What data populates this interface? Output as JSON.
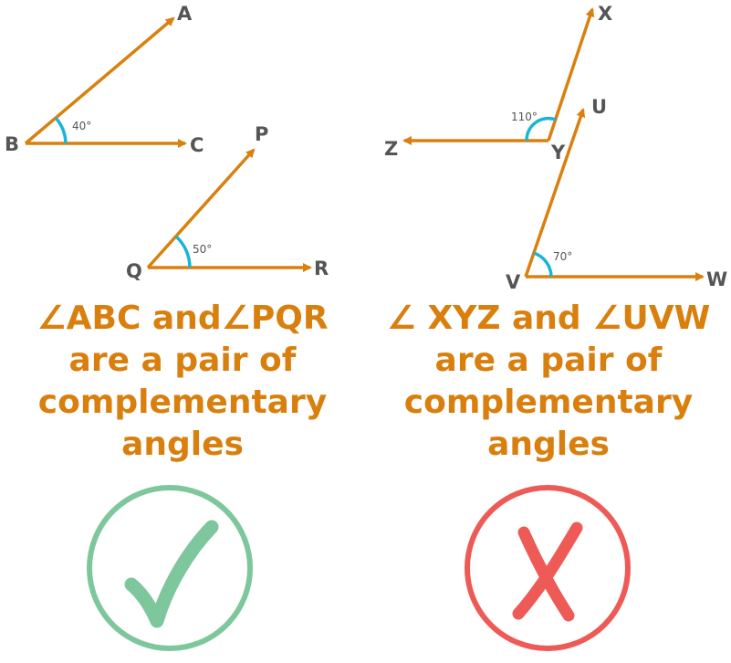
{
  "colors": {
    "line": "#D9800E",
    "arc": "#19B4D6",
    "label": "#555555",
    "caption": "#D97F0E",
    "check": "#7EC79C",
    "cross": "#EE5A55"
  },
  "icons": {
    "left": "check-mark-icon",
    "right": "cross-mark-icon"
  },
  "left": {
    "points": {
      "A": "A",
      "B": "B",
      "C": "C",
      "P": "P",
      "Q": "Q",
      "R": "R"
    },
    "angles": {
      "abc": "40°",
      "pqr": "50°"
    },
    "caption": {
      "line1": "∠ABC and∠PQR",
      "line2": "are a pair of",
      "line3": "complementary",
      "line4": "angles"
    }
  },
  "right": {
    "points": {
      "X": "X",
      "Y": "Y",
      "Z": "Z",
      "U": "U",
      "V": "V",
      "W": "W"
    },
    "angles": {
      "xyz": "110°",
      "uvw": "70°"
    },
    "caption": {
      "line1": "∠ XYZ and ∠UVW",
      "line2": "are a pair of",
      "line3": "complementary",
      "line4": "angles"
    }
  }
}
